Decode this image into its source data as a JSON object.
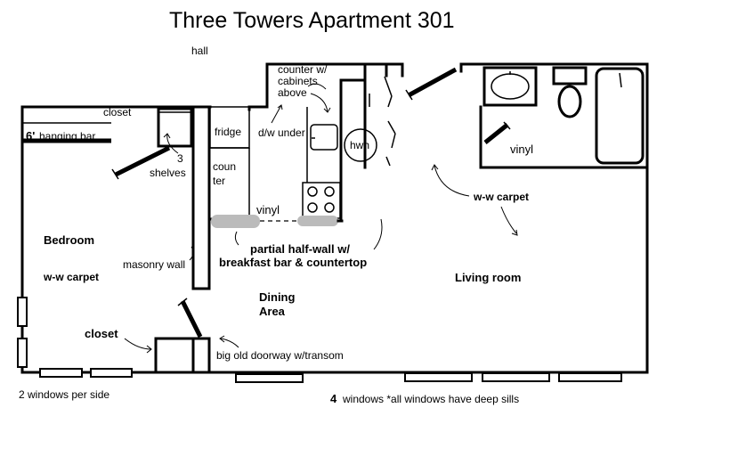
{
  "title": "Three Towers Apartment 301",
  "labels": {
    "hall": "hall",
    "closet_top": "closet",
    "hanging_bar_num": "6'",
    "hanging_bar": "hanging bar",
    "shelves_num": "3",
    "shelves": "shelves",
    "fridge": "fridge",
    "counter_1": "coun",
    "counter_2": "ter",
    "dw_under": "d/w under",
    "counter_cab_1": "counter w/",
    "counter_cab_2": "cabinets",
    "counter_cab_3": "above",
    "hwh": "hwh",
    "vinyl_kitchen": "vinyl",
    "vinyl_bath": "vinyl",
    "ww_carpet_living": "w-w carpet",
    "bedroom": "Bedroom",
    "ww_carpet_bedroom": "w-w carpet",
    "masonry_wall": "masonry wall",
    "partial_wall_1": "partial half-wall w/",
    "partial_wall_2": "breakfast bar & countertop",
    "dining_1": "Dining",
    "dining_2": "Area",
    "living_room": "Living room",
    "closet_bottom": "closet",
    "doorway": "big old doorway w/transom",
    "windows_side": "2 windows per side",
    "windows_num": "4",
    "windows_note": "windows *all windows have deep sills"
  }
}
